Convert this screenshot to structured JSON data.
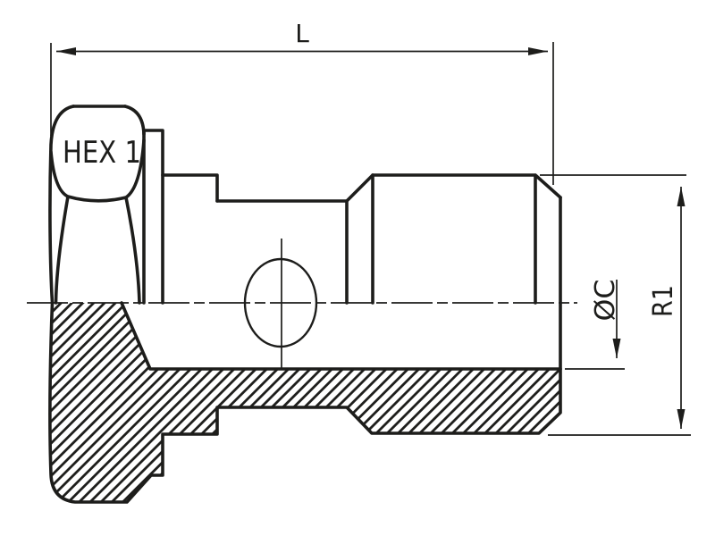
{
  "drawing": {
    "labels": {
      "length": "L",
      "hex": "HEX 1",
      "bore_diameter": "ØC",
      "thread": "R1"
    },
    "colors": {
      "line": "#1d1d1b",
      "background": "#ffffff"
    }
  }
}
